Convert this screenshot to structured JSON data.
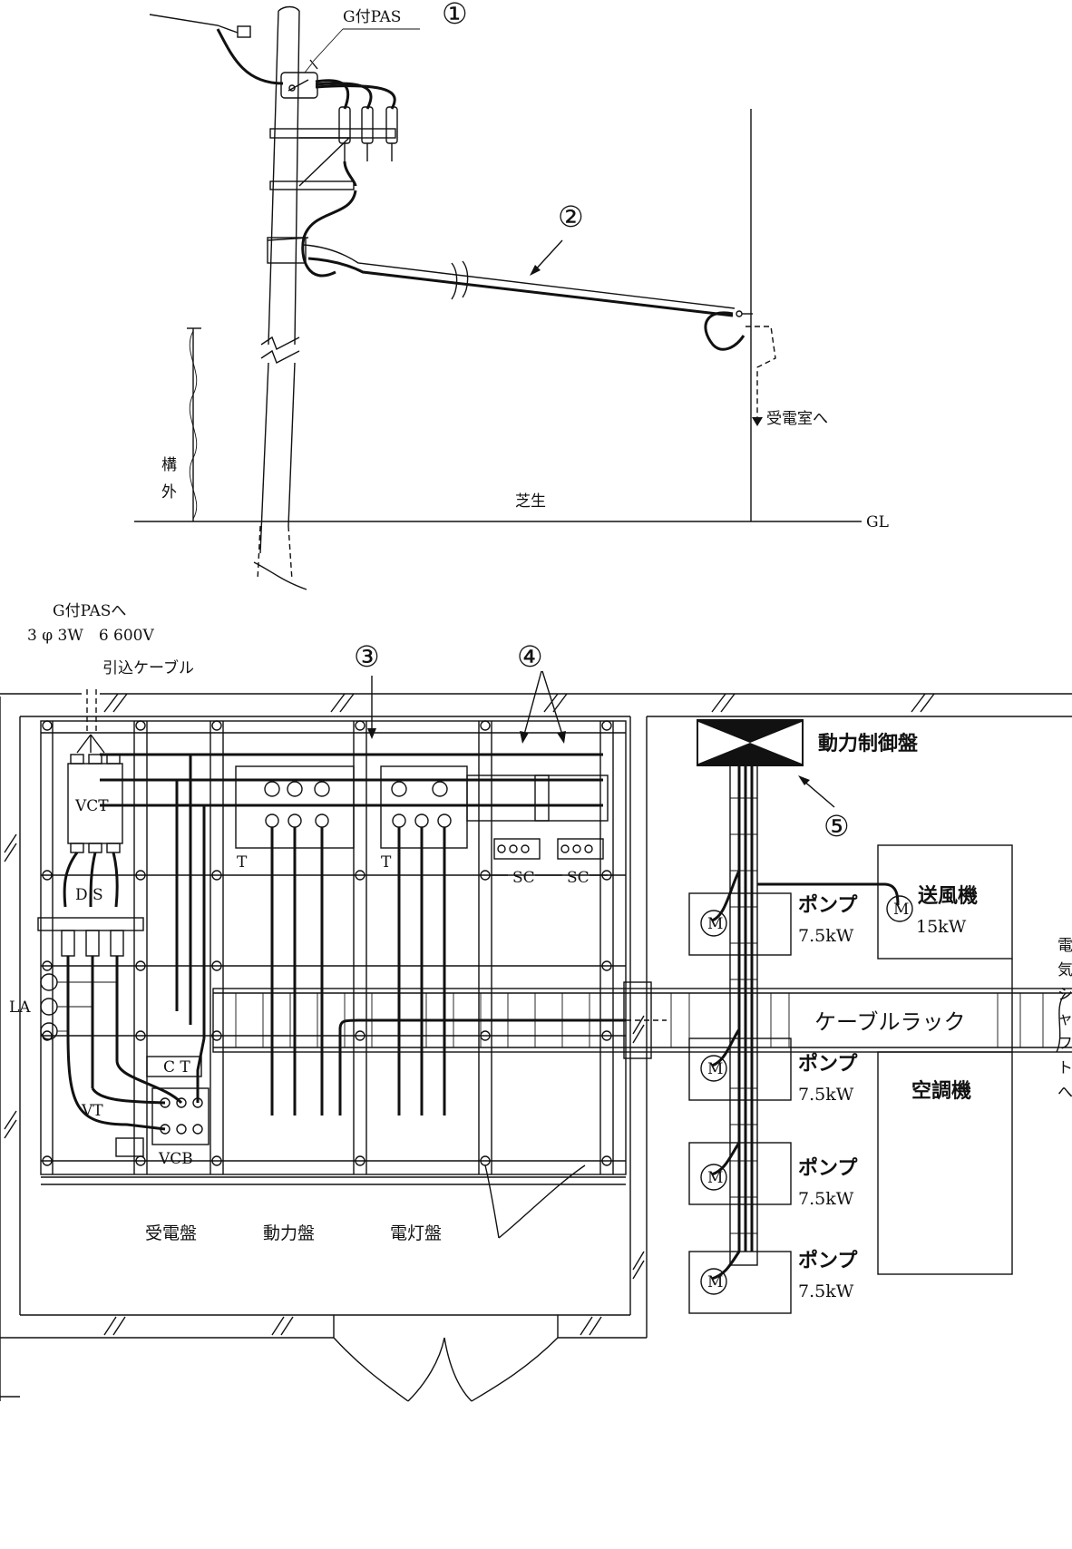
{
  "labels": {
    "pas": "G付PAS",
    "marker1": "①",
    "marker2": "②",
    "marker3": "③",
    "marker4": "④",
    "marker5": "⑤",
    "to_substation": "受電室へ",
    "premises_outside_1": "構",
    "premises_outside_2": "外",
    "lawn": "芝生",
    "gl": "GL",
    "to_pas": "G付PASへ",
    "supply": "3 φ 3W　6 600V",
    "service_cable": "引込ケーブル",
    "vct": "VCT",
    "ds": "D S",
    "la": "LA",
    "ct": "C T",
    "vt": "VT",
    "vcb": "VCB",
    "t1": "T",
    "t2": "T",
    "sc1": "SC",
    "sc2": "SC",
    "panel_receiving": "受電盤",
    "panel_power": "動力盤",
    "panel_lighting": "電灯盤",
    "power_control_panel": "動力制御盤",
    "motor": "M",
    "pump": "ポンプ",
    "pump_kw": "7.5kW",
    "fan": "送風機",
    "fan_kw": "15kW",
    "cable_rack": "ケーブルラック",
    "air_conditioner": "空調機",
    "shaft_text": [
      "電",
      "気",
      "シ",
      "ャ",
      "フ",
      "ト",
      "へ"
    ]
  }
}
